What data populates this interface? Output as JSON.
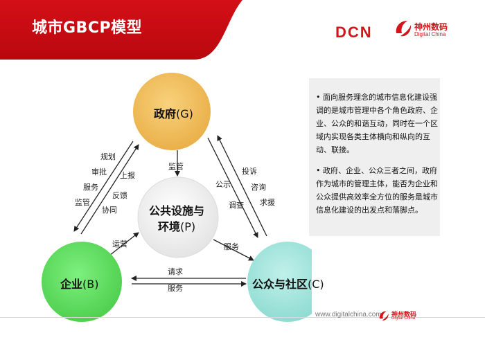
{
  "header": {
    "title": "城市GBCP模型",
    "logo_text": "DCN",
    "brand_zh": "神州数码",
    "brand_en": "Digital China"
  },
  "nodes": {
    "government": {
      "label": "政府",
      "code": "(G)",
      "color": "#f4c060"
    },
    "public": {
      "label_line1": "公共设施与",
      "label_line2": "环境",
      "code": "(P)",
      "color": "#f2f2f2"
    },
    "enterprise": {
      "label": "企业",
      "code": "(B)",
      "color": "#66e266"
    },
    "community": {
      "label": "公众与社区",
      "code": "(C)",
      "color": "#a6e6dd"
    }
  },
  "edge_labels": {
    "gov_to_enterprise": [
      "规划",
      "审批",
      "服务",
      "监管"
    ],
    "enterprise_to_gov": [
      "上报",
      "反馈",
      "协同"
    ],
    "gov_to_public": "监管",
    "community_to_gov": [
      "投诉",
      "咨询",
      "求援"
    ],
    "gov_to_community": [
      "公示",
      "调查"
    ],
    "enterprise_to_public": "运营",
    "public_to_community": "服务",
    "community_to_enterprise": "请求",
    "enterprise_to_community": "服务"
  },
  "panel": {
    "bullet1": "• 面向服务理念的城市信息化建设强调的是城市管理中各个角色政府、企业、公众的和谐互动，同时在一个区域内实现各类主体横向和纵向的互动、联接。",
    "bullet2": "• 政府、企业、公众三者之间，政府作为城市的管理主体，能否为企业和公众提供高效率全方位的服务是城市信息化建设的出发点和落脚点。"
  },
  "footer": {
    "url": "www.digitalchina.com",
    "brand_zh": "神州数码",
    "brand_en": "Digital China"
  }
}
